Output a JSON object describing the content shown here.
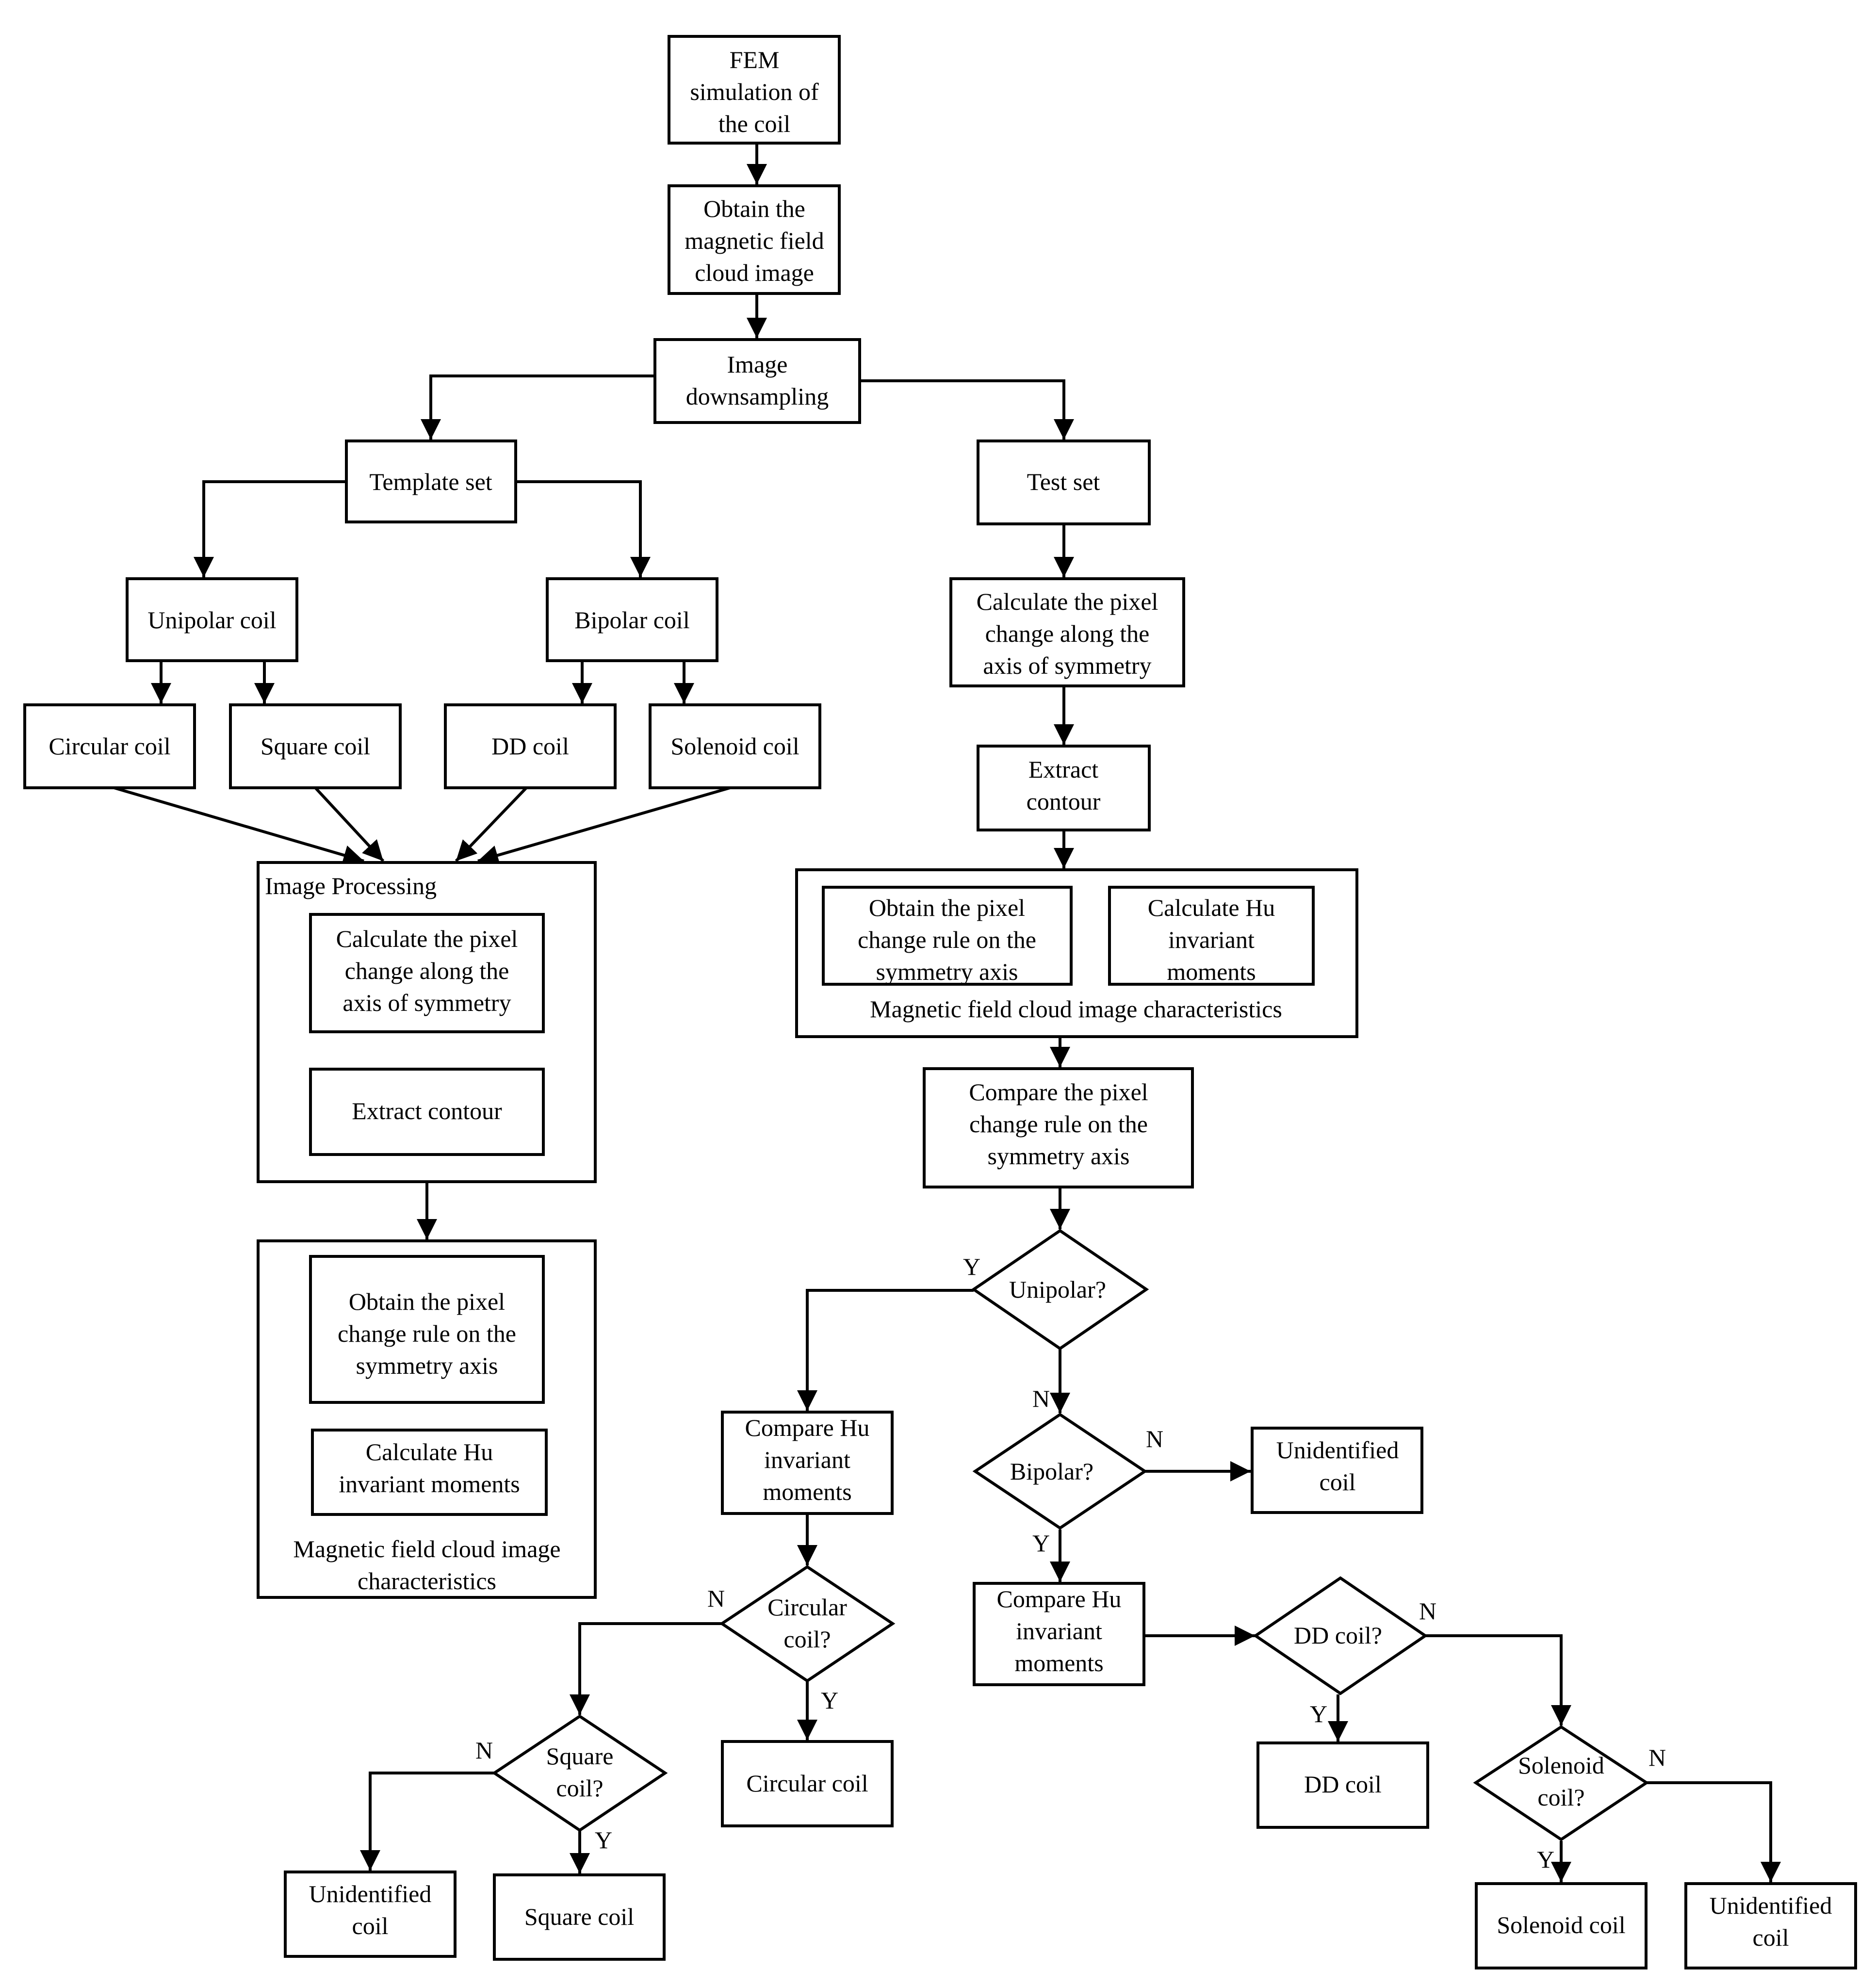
{
  "nodes": {
    "fem": [
      "FEM",
      "simulation of",
      "the coil"
    ],
    "obtain_cloud": [
      "Obtain the",
      "magnetic field",
      "cloud image"
    ],
    "downsampling": [
      "Image",
      "downsampling"
    ],
    "template_set": [
      "Template set"
    ],
    "test_set": [
      "Test set"
    ],
    "unipolar": [
      "Unipolar coil"
    ],
    "bipolar": [
      "Bipolar coil"
    ],
    "circular": [
      "Circular coil"
    ],
    "square": [
      "Square coil"
    ],
    "dd": [
      "DD coil"
    ],
    "solenoid": [
      "Solenoid coil"
    ],
    "image_processing_title": "Image Processing",
    "ip_pixel_change": [
      "Calculate the pixel",
      "change along the",
      "axis of symmetry"
    ],
    "ip_extract": [
      "Extract contour"
    ],
    "left_rule": [
      "Obtain the pixel",
      "change rule on the",
      "symmetry axis"
    ],
    "left_hu": [
      "Calculate Hu",
      "invariant moments"
    ],
    "left_char": [
      "Magnetic field cloud image",
      "characteristics"
    ],
    "r_pixel_change": [
      "Calculate the pixel",
      "change along the",
      "axis of symmetry"
    ],
    "r_extract": [
      "Extract",
      "contour"
    ],
    "r_rule": [
      "Obtain the pixel",
      "change rule on the",
      "symmetry axis"
    ],
    "r_hu": [
      "Calculate Hu",
      "invariant",
      "moments"
    ],
    "r_char": "Magnetic field cloud image characteristics",
    "compare_rule": [
      "Compare the pixel",
      "change rule on the",
      "symmetry axis"
    ],
    "q_unipolar": [
      "Unipolar?"
    ],
    "q_bipolar": [
      "Bipolar?"
    ],
    "unidentified_mid": [
      "Unidentified",
      "coil"
    ],
    "compare_hu_left": [
      "Compare  Hu",
      "invariant",
      "moments"
    ],
    "compare_hu_right": [
      "Compare  Hu",
      "invariant",
      "moments"
    ],
    "q_circular": [
      "Circular",
      "coil?"
    ],
    "res_circular": [
      "Circular coil"
    ],
    "q_square": [
      "Square",
      "coil?"
    ],
    "res_unident_left": [
      "Unidentified",
      "coil"
    ],
    "res_square": [
      "Square coil"
    ],
    "q_dd": [
      "DD coil?"
    ],
    "res_dd": [
      "DD coil"
    ],
    "q_solenoid": [
      "Solenoid",
      "coil?"
    ],
    "res_solenoid": [
      "Solenoid coil"
    ],
    "res_unident_right": [
      "Unidentified",
      "coil"
    ]
  },
  "edge_labels": {
    "unipolar_yes": "Y",
    "unipolar_no": "N",
    "bipolar_no": "N",
    "bipolar_yes": "Y",
    "circular_no": "N",
    "circular_yes": "Y",
    "square_no": "N",
    "square_yes": "Y",
    "dd_no": "N",
    "dd_yes": "Y",
    "solenoid_no": "N",
    "solenoid_yes": "Y"
  }
}
